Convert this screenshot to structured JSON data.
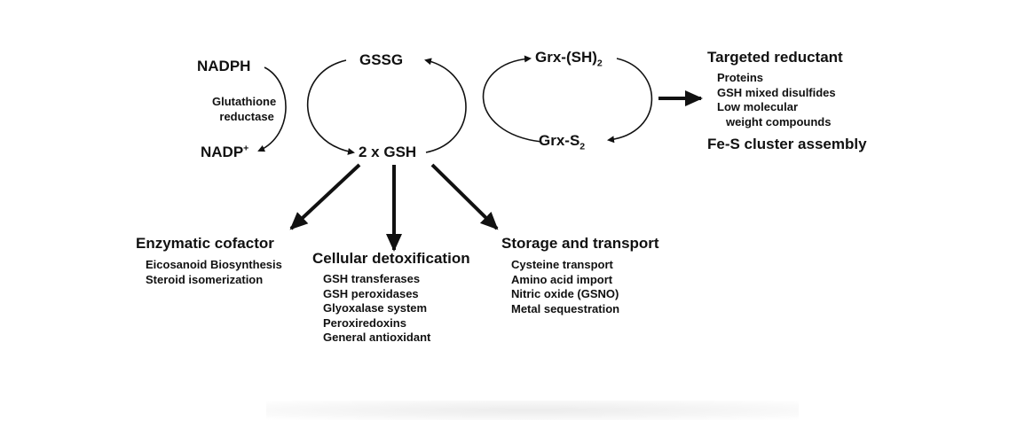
{
  "cycle": {
    "gssg": "GSSG",
    "gsh": "2 x GSH",
    "nadph": "NADPH",
    "nadp_base": "NADP",
    "nadp_sup": "+",
    "enzyme_line1": "Glutathione",
    "enzyme_line2": "reductase",
    "grx_red_base": "Grx-(SH)",
    "grx_red_sub": "2",
    "grx_ox_base": "Grx-S",
    "grx_ox_sub": "2"
  },
  "targeted": {
    "title": "Targeted reductant",
    "items": [
      "Proteins",
      "GSH mixed disulfides",
      "Low molecular",
      "weight compounds"
    ],
    "extra": "Fe-S cluster assembly"
  },
  "branches": [
    {
      "title": "Enzymatic cofactor",
      "items": [
        "Eicosanoid Biosynthesis",
        "Steroid isomerization"
      ]
    },
    {
      "title": "Cellular detoxification",
      "items": [
        "GSH transferases",
        "GSH peroxidases",
        "Glyoxalase system",
        "Peroxiredoxins",
        "General antioxidant"
      ]
    },
    {
      "title": "Storage and transport",
      "items": [
        "Cysteine transport",
        "Amino acid import",
        "Nitric oxide (GSNO)",
        "Metal sequestration"
      ]
    }
  ],
  "colors": {
    "ink": "#111111",
    "background": "#ffffff"
  }
}
